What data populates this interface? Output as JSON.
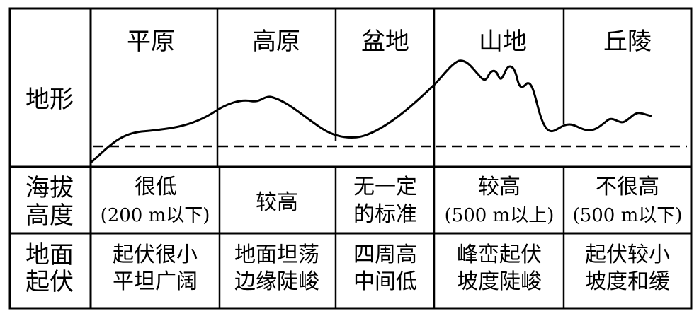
{
  "row_labels": {
    "terrain": "地形",
    "elevation_1": "海拔",
    "elevation_2": "高度",
    "relief_1": "地面",
    "relief_2": "起伏"
  },
  "landforms": [
    {
      "name": "平原",
      "elevation_lines": [
        "很低",
        "(200 m以下)"
      ],
      "relief_lines": [
        "起伏很小",
        "平坦广阔"
      ]
    },
    {
      "name": "高原",
      "elevation_lines": [
        "较高"
      ],
      "relief_lines": [
        "地面坦荡",
        "边缘陡峻"
      ]
    },
    {
      "name": "盆地",
      "elevation_lines": [
        "无一定",
        "的标准"
      ],
      "relief_lines": [
        "四周高",
        "中间低"
      ]
    },
    {
      "name": "山地",
      "elevation_lines": [
        "较高",
        "(500 m以上)"
      ],
      "relief_lines": [
        "峰峦起伏",
        "坡度陡峻"
      ]
    },
    {
      "name": "丘陵",
      "elevation_lines": [
        "不很高",
        "(500 m以下)"
      ],
      "relief_lines": [
        "起伏较小",
        "坡度和缓"
      ]
    }
  ]
}
